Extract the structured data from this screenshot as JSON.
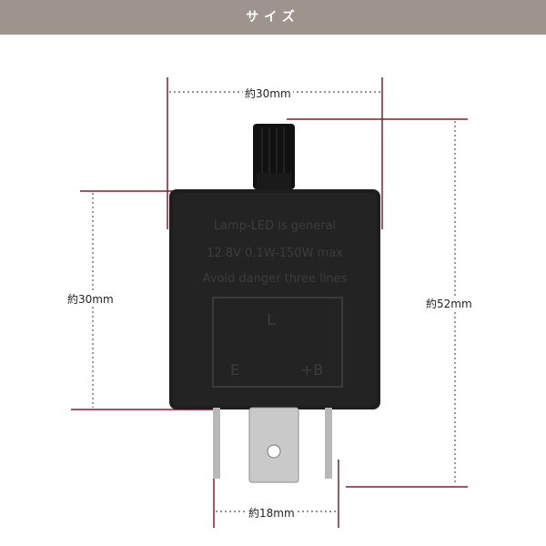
{
  "header": {
    "title": "サイズ"
  },
  "dimensions": {
    "width_top": "約30mm",
    "height_body": "約30mm",
    "height_total": "約52mm",
    "pin_spacing": "約18mm"
  },
  "device": {
    "line1": "Lamp-LED is general",
    "line2": "12.8V 0.1W-150W max",
    "line3": "Avoid danger three lines",
    "terminal_l": "L",
    "terminal_e": "E",
    "terminal_b": "+B"
  },
  "colors": {
    "dimension_line": "#8a1c2b",
    "header_bg": "#9e948d",
    "dotted_line": "#555555"
  }
}
